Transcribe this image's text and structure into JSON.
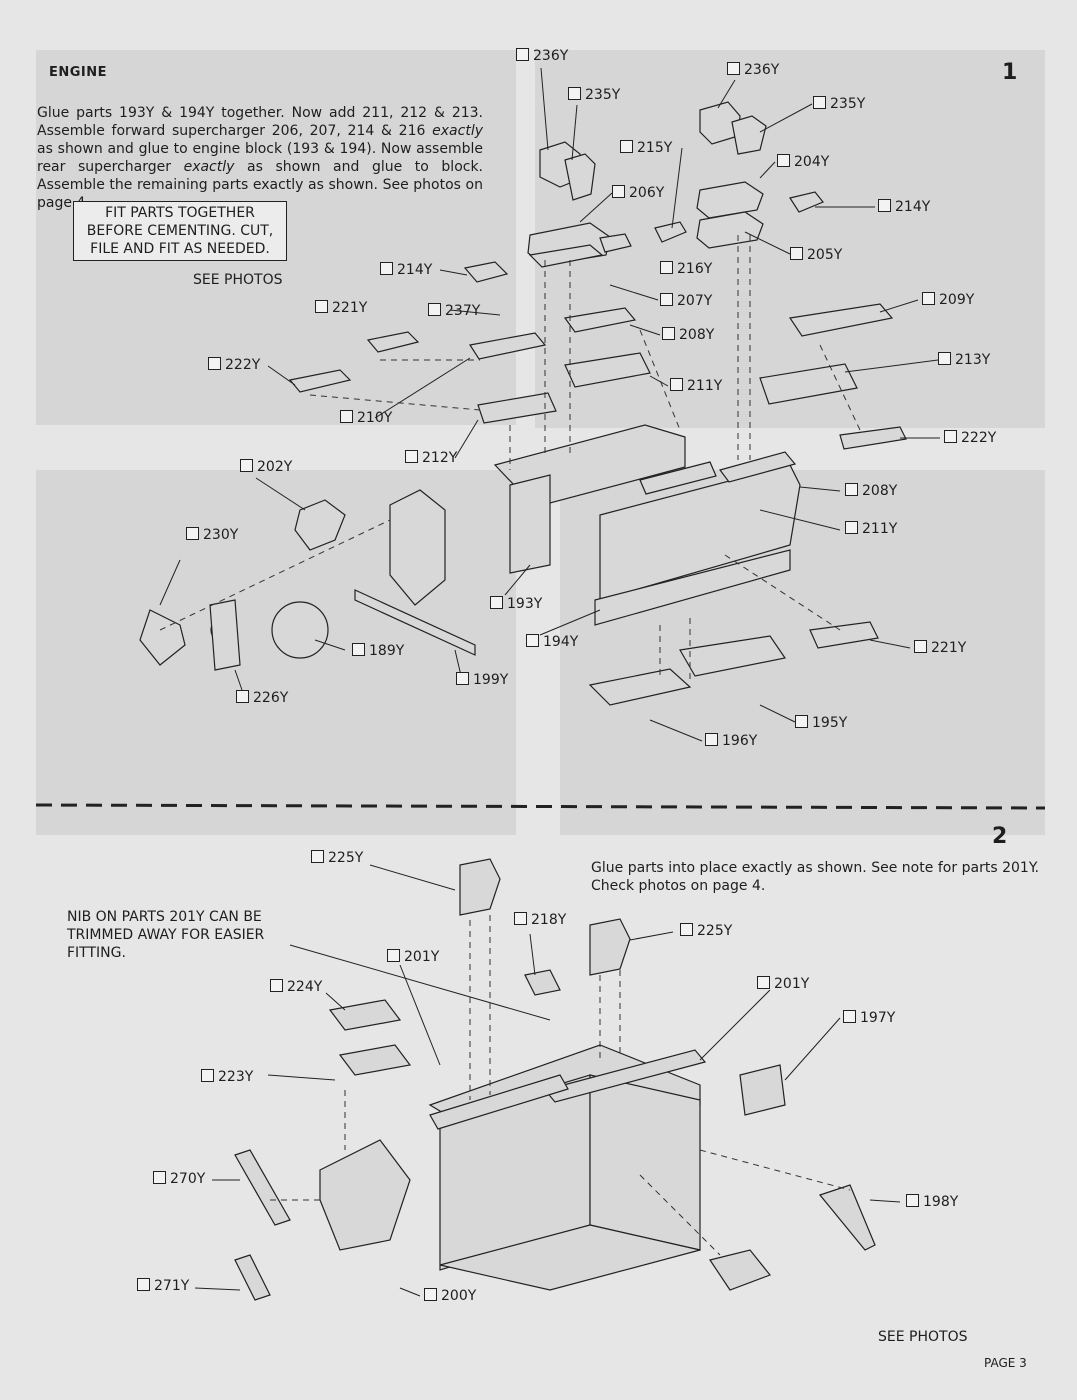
{
  "step1": {
    "number": "1",
    "heading": "ENGINE",
    "para1": "Glue parts 193Y & 194Y together. Now add 211, 212 & 213. Assemble forward supercharger 206, 207, 214 & 216",
    "para1_em": "exactly",
    "para2": "as shown and glue to engine block (193 & 194). Now assemble rear supercharger",
    "para2_em": "exactly",
    "para3": "as shown and glue to block. Assemble the remaining parts exactly as shown. See photos on page 4.",
    "fit_note": [
      "FIT PARTS TOGETHER",
      "BEFORE CEMENTING. CUT,",
      "FILE AND FIT AS NEEDED."
    ],
    "see_photos": "SEE PHOTOS",
    "callouts": [
      "236Y",
      "235Y",
      "236Y",
      "235Y",
      "215Y",
      "204Y",
      "206Y",
      "214Y",
      "205Y",
      "214Y",
      "216Y",
      "221Y",
      "237Y",
      "207Y",
      "209Y",
      "208Y",
      "222Y",
      "211Y",
      "213Y",
      "210Y",
      "222Y",
      "212Y",
      "202Y",
      "208Y",
      "211Y",
      "230Y",
      "193Y",
      "194Y",
      "221Y",
      "189Y",
      "199Y",
      "226Y",
      "195Y",
      "196Y"
    ]
  },
  "step2": {
    "number": "2",
    "text": "Glue parts into place exactly as shown. See note for parts 201Y. Check photos on page 4.",
    "nib_note": [
      "NIB ON PARTS 201Y CAN BE",
      "TRIMMED AWAY FOR EASIER",
      "FITTING."
    ],
    "see_photos": "SEE PHOTOS",
    "callouts": [
      "225Y",
      "218Y",
      "225Y",
      "201Y",
      "224Y",
      "201Y",
      "197Y",
      "223Y",
      "270Y",
      "198Y",
      "271Y",
      "200Y"
    ]
  },
  "page_label": "PAGE 3"
}
